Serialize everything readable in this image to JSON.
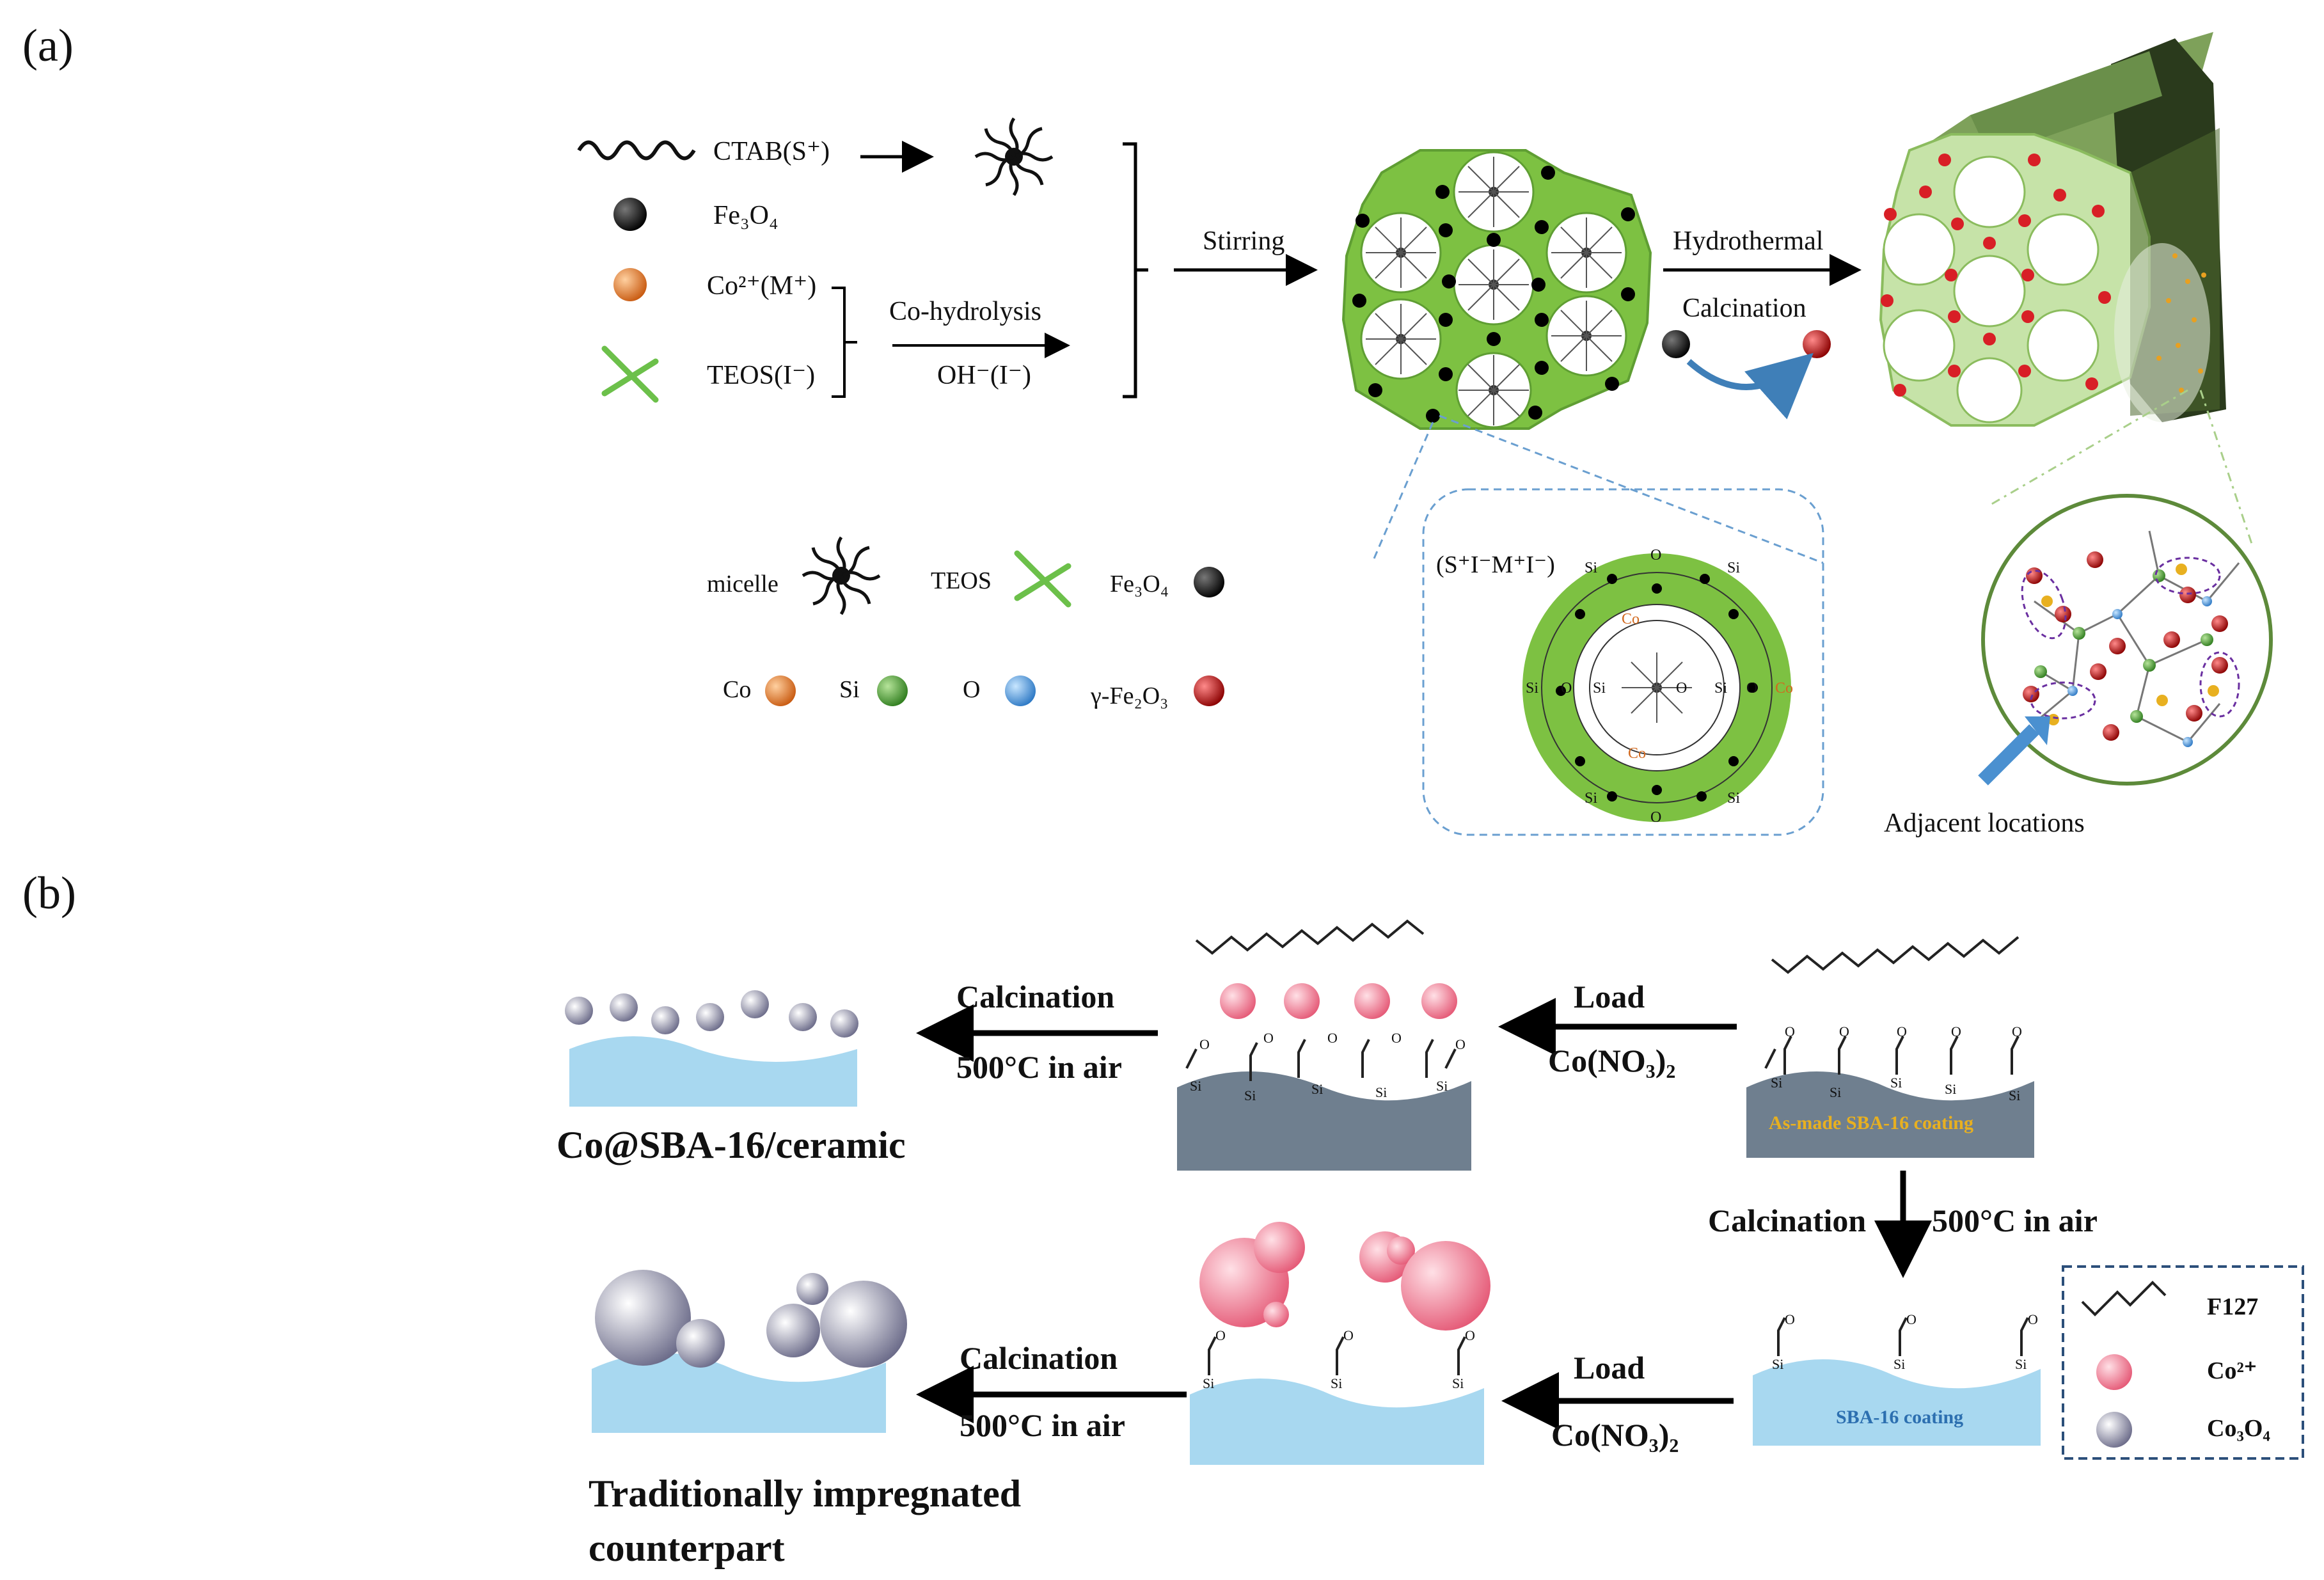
{
  "panel_a": {
    "label": "(a)",
    "legend_left": {
      "ctab": "CTAB(S⁺)",
      "fe3o4": "Fe₃O₄",
      "co": "Co²⁺(M⁺)",
      "teos": "TEOS(I⁻)"
    },
    "cohydrolysis": "Co-hydrolysis",
    "oh": "OH⁻(I⁻)",
    "stirring": "Stirring",
    "hydrothermal": "Hydrothermal",
    "calcination": "Calcination",
    "inset_label": "(S⁺I⁻M⁺I⁻)",
    "adjacent": "Adjacent locations",
    "key": {
      "micelle": "micelle",
      "teos": "TEOS",
      "fe3o4": "Fe₃O₄",
      "co": "Co",
      "si": "Si",
      "o": "O",
      "gfe2o3": "γ-Fe₂O₃"
    },
    "si": "Si",
    "o": "O",
    "co_atom": "Co",
    "colors": {
      "green": "#7dc142",
      "light_green": "#a9d08e",
      "dark_green": "#5f7f45",
      "red": "#d81f26",
      "orange": "#e97a2b",
      "blue": "#5aa0d8"
    }
  },
  "panel_b": {
    "label": "(b)",
    "calcination": "Calcination",
    "temp": "500°C in air",
    "load": "Load",
    "conitrate": "Co(NO₃)₂",
    "co_sba": "Co@SBA-16/ceramic",
    "asmade": "As-made SBA-16 coating",
    "sba_coating": "SBA-16 coating",
    "trad1": "Traditionally impregnated",
    "trad2": "counterpart",
    "si": "Si",
    "o": "O",
    "legend": {
      "f127": "F127",
      "co2": "Co²⁺",
      "co3o4": "Co₃O₄"
    },
    "colors": {
      "blue_substrate": "#a8d8f0",
      "grey_substrate": "#6f7f8f",
      "pink": "#f07c92",
      "grey_sphere": "#8a8aa6"
    }
  }
}
